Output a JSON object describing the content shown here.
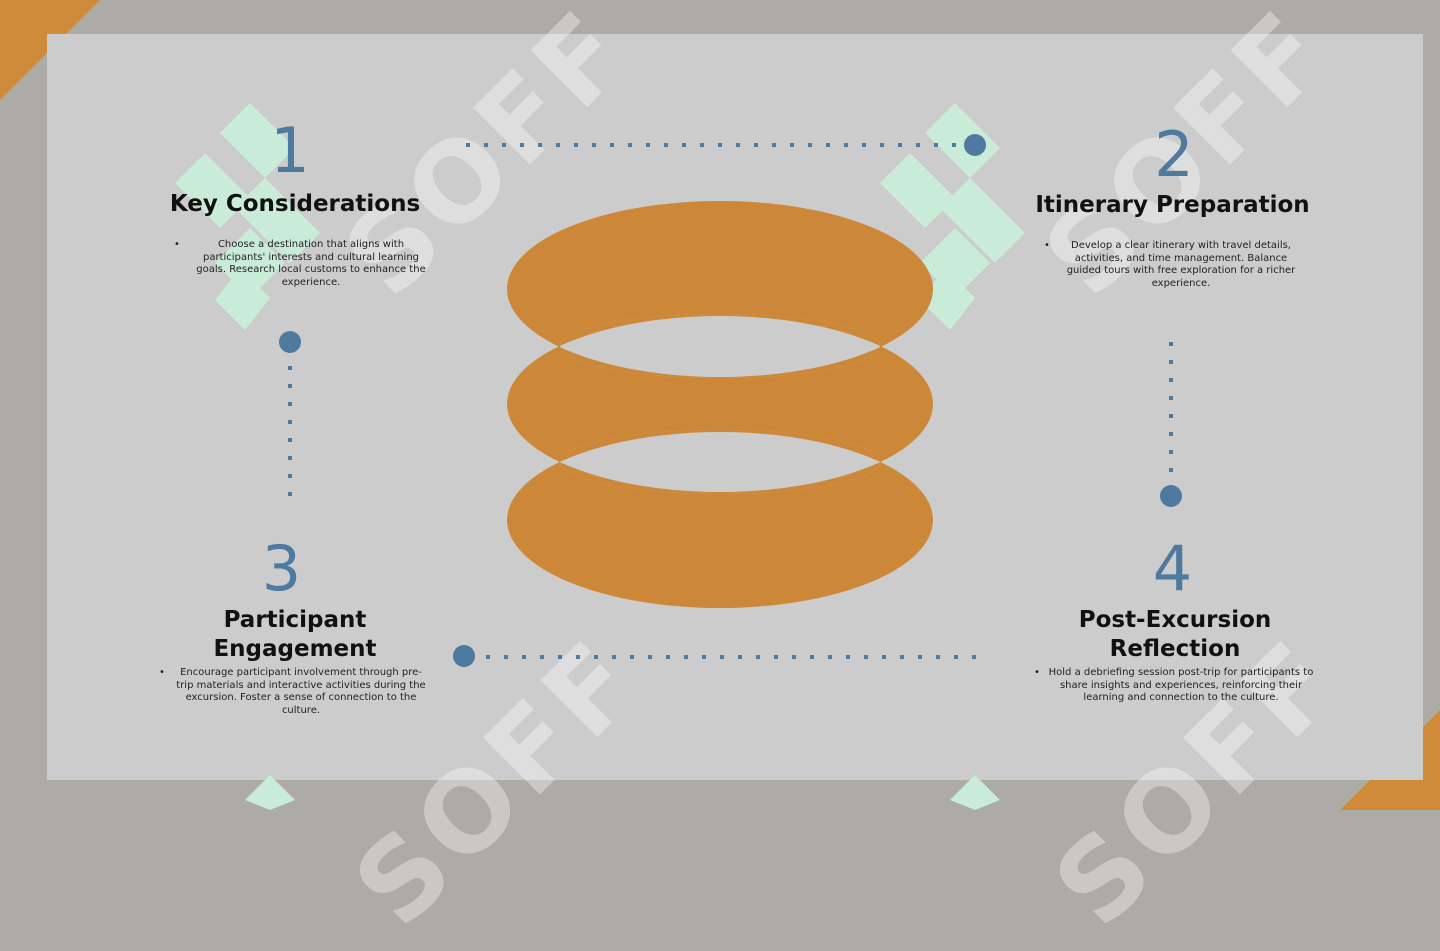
{
  "colors": {
    "background": "#adaba6",
    "panel": "#cccccc",
    "accent_orange": "#d08b3a",
    "rings": "#cc8838",
    "accent_blue": "#4f7aa0",
    "logo_mint": "#c9ecd9"
  },
  "watermark": {
    "text": "SOFF"
  },
  "steps": [
    {
      "number": "1",
      "title": "Key Considerations",
      "description": "Choose a destination that aligns with participants' interests and cultural learning goals. Research local customs to enhance the experience."
    },
    {
      "number": "2",
      "title": "Itinerary Preparation",
      "description": "Develop a clear itinerary with travel details, activities, and time management. Balance guided tours with free exploration for a richer experience."
    },
    {
      "number": "3",
      "title": "Participant Engagement",
      "description": "Encourage participant involvement through pre-trip materials and interactive activities during the excursion. Foster a sense of connection to the culture."
    },
    {
      "number": "4",
      "title": "Post-Excursion Reflection",
      "description": "Hold a debriefing session post-trip for participants to share insights and experiences, reinforcing their learning and connection to the culture."
    }
  ],
  "bullet": "•"
}
